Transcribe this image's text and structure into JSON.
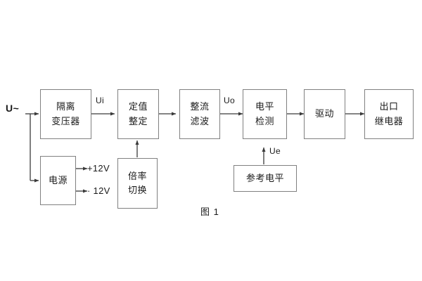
{
  "diagram": {
    "caption": "图 1",
    "source_label": "U~",
    "blocks": [
      {
        "id": "isolation-transformer",
        "lines": [
          "隔离",
          "变压器"
        ]
      },
      {
        "id": "setting-value",
        "lines": [
          "定值",
          "整定"
        ]
      },
      {
        "id": "rectifier-filter",
        "lines": [
          "整流",
          "滤波"
        ]
      },
      {
        "id": "level-detection",
        "lines": [
          "电平",
          "检测"
        ]
      },
      {
        "id": "driver",
        "lines": [
          "驱动"
        ]
      },
      {
        "id": "output-relay",
        "lines": [
          "出口",
          "继电器"
        ]
      },
      {
        "id": "power-supply",
        "lines": [
          "电源"
        ]
      },
      {
        "id": "multiplier-switch",
        "lines": [
          "倍率",
          "切换"
        ]
      },
      {
        "id": "reference-level",
        "lines": [
          "参考电平"
        ]
      }
    ],
    "signals": [
      {
        "id": "ui",
        "label": "Ui"
      },
      {
        "id": "uo",
        "label": "Uo"
      },
      {
        "id": "ue",
        "label": "Ue"
      }
    ],
    "power_rails": [
      {
        "id": "rail-positive",
        "label": "+12V"
      },
      {
        "id": "rail-negative",
        "label": "· 12V"
      }
    ],
    "colors": {
      "border": "#808080",
      "wire": "#3a3a3a",
      "text": "#1a1a1a",
      "background": "#ffffff"
    }
  }
}
